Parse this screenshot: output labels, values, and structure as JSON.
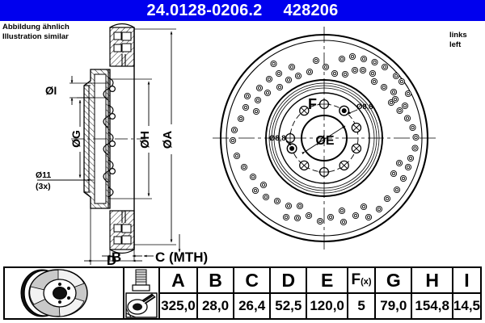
{
  "header": {
    "part_number": "24.0128-0206.2",
    "article_number": "428206",
    "background_color": "#0000ee",
    "text_color": "#ffffff"
  },
  "notes": {
    "top_left": "Abbildung ähnlich\nIllustration similar",
    "top_right": "links\nleft"
  },
  "section_view": {
    "labels": {
      "dia_i": "ØI",
      "dia_g": "ØG",
      "dia_11": "Ø11",
      "dia_11_qty": "(3x)",
      "dia_h": "ØH",
      "dia_a": "ØA",
      "b": "B",
      "c": "C (MTH)",
      "d": "D"
    }
  },
  "front_view": {
    "labels": {
      "f": "F",
      "dia_88_top": "Ø8,8",
      "dia_88_left": "Ø8,8",
      "dia_e": "ØE"
    }
  },
  "spec_table": {
    "icons": [
      {
        "name": "brake-disc-icon"
      },
      {
        "name": "bolt-and-caliper-icon"
      }
    ],
    "columns": [
      {
        "header": "A",
        "value": "325,0"
      },
      {
        "header": "B",
        "value": "28,0"
      },
      {
        "header": "C",
        "value": "26,4"
      },
      {
        "header": "D",
        "value": "52,5"
      },
      {
        "header": "E",
        "value": "120,0"
      },
      {
        "header": "F",
        "header_sub": "(x)",
        "value": "5"
      },
      {
        "header": "G",
        "value": "79,0"
      },
      {
        "header": "H",
        "value": "154,8"
      },
      {
        "header": "I",
        "value": "14,5"
      }
    ]
  }
}
